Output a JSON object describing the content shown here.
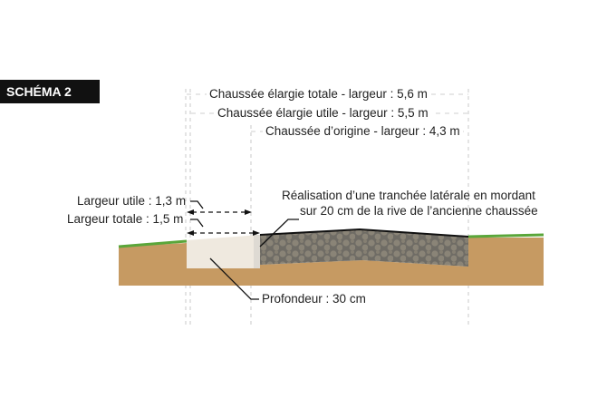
{
  "badge": "SCHÉMA 2",
  "dimensions": {
    "total": "Chaussée élargie totale - largeur : 5,6 m",
    "utile": "Chaussée élargie utile - largeur : 5,5 m",
    "origine": "Chaussée d’origine - largeur : 4,3 m"
  },
  "labels": {
    "largeur_utile": "Largeur utile : 1,3 m",
    "largeur_totale": "Largeur totale : 1,5 m",
    "tranchee_line1": "Réalisation d’une tranchée latérale en mordant",
    "tranchee_line2": "sur 20 cm de la rive de l’ancienne chaussée",
    "profondeur": "Profondeur : 30 cm"
  },
  "colors": {
    "soil": "#c69a62",
    "gravel": "#7d7a72",
    "trench": "#efe9df",
    "grass": "#5aa63a",
    "asphalt": "#111111"
  }
}
